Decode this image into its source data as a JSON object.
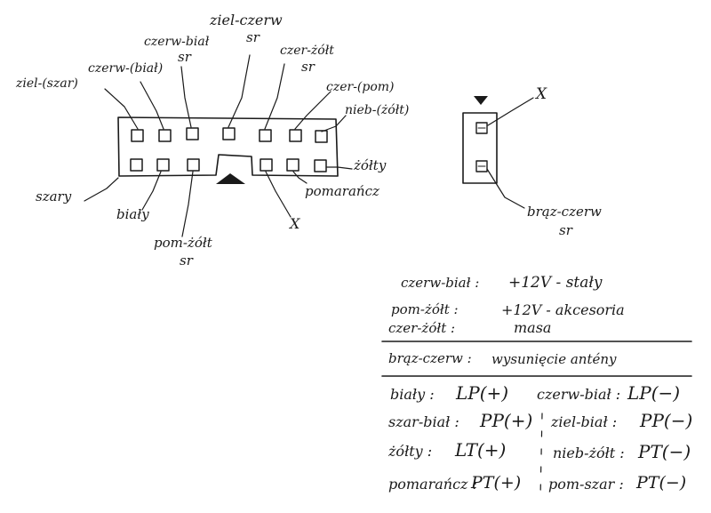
{
  "connector_main": {
    "labels_top": {
      "ziel_szary": "ziel-(szar)",
      "czerw_bial": "czerw-(biał)",
      "czerw_bial_sr": "czerw-biał",
      "czerw_bial_sr_suffix": "sr",
      "ziel_czerw": "ziel-czerw",
      "ziel_czerw_suffix": "sr",
      "czer_zolt": "czer-żółt",
      "czer_zolt_suffix": "sr",
      "czer_pom": "czer-(pom)",
      "nieb_zolt": "nieb-(żółt)"
    },
    "labels_bottom": {
      "szary": "szary",
      "bialy": "biały",
      "pom_zolt": "pom-żółt",
      "pom_zolt_suffix": "sr",
      "x_mark": "X",
      "pomarancz": "pomarańcz",
      "zolty": "żółty"
    }
  },
  "connector_small": {
    "x_mark": "X",
    "label": "brąz-czerw",
    "label_suffix": "sr"
  },
  "legend": {
    "power_rows": [
      {
        "wire": "czerw-biał :",
        "value": "+12V - stały"
      },
      {
        "wire": "pom-żółt :",
        "value": "+12V - akcesoria"
      },
      {
        "wire": "czer-żółt :",
        "value": "masa"
      }
    ],
    "antenna_row": {
      "wire": "brąz-czerw :",
      "value": "wysunięcie antény"
    },
    "speaker_rows": [
      {
        "left_wire": "biały :",
        "left_val": "LP(+)",
        "right_wire": "czerw-biał :",
        "right_val": "LP(−)"
      },
      {
        "left_wire": "szar-biał :",
        "left_val": "PP(+)",
        "right_wire": "ziel-biał :",
        "right_val": "PP(−)"
      },
      {
        "left_wire": "żółty :",
        "left_val": "LT(+)",
        "right_wire": "nieb-żółt :",
        "right_val": "PT(−)"
      },
      {
        "left_wire": "pomarańcz :",
        "left_val": "PT(+)",
        "right_wire": "pom-szar :",
        "right_val": "PT(−)"
      }
    ]
  }
}
